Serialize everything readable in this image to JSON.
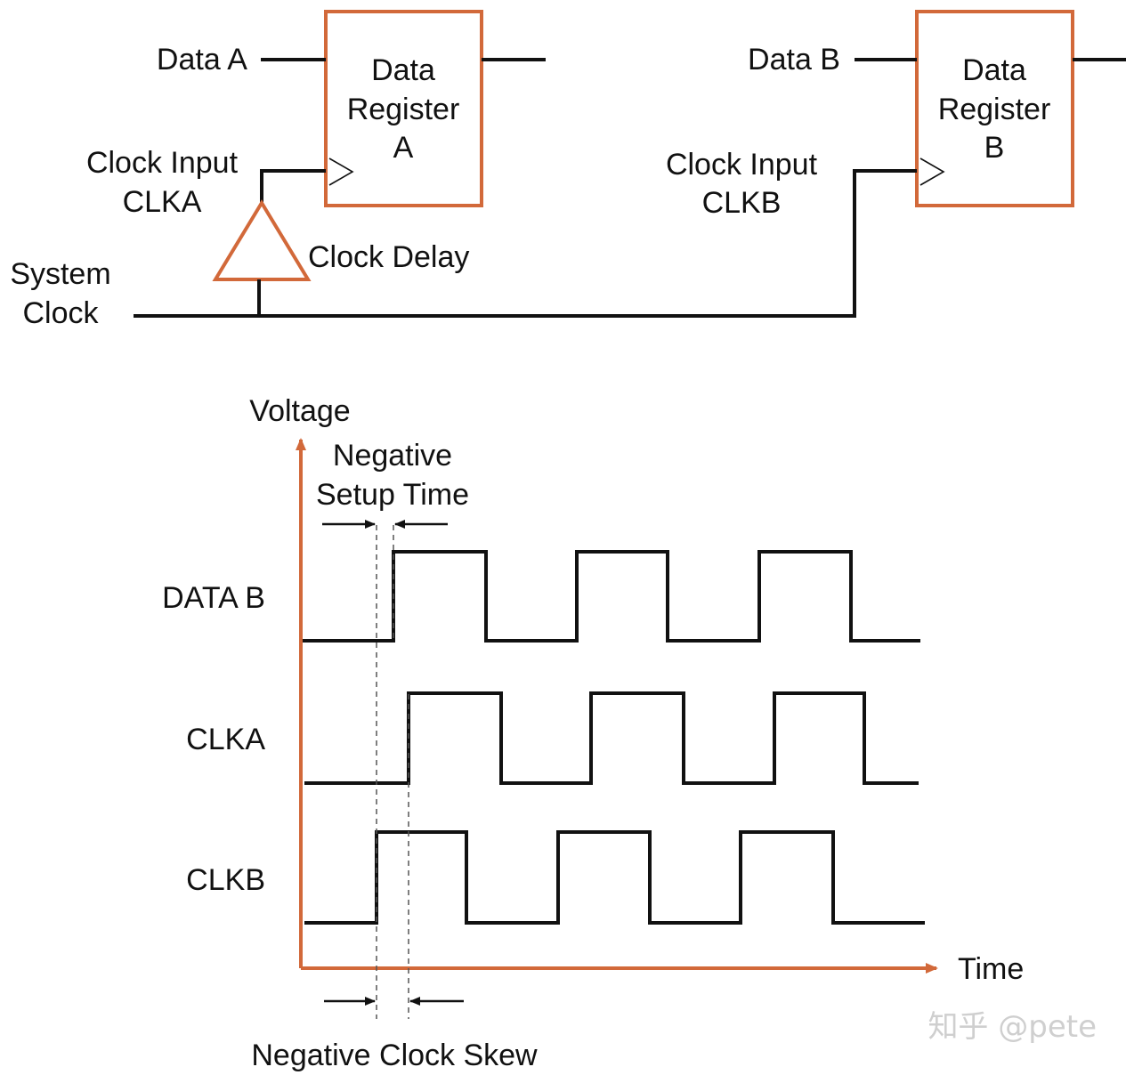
{
  "colors": {
    "wire": "#111111",
    "accent": "#d2693a",
    "watermark": "#cfcfcf"
  },
  "circuit": {
    "register_a": {
      "lines": [
        "Data",
        "Register",
        "A"
      ]
    },
    "register_b": {
      "lines": [
        "Data",
        "Register",
        "B"
      ]
    },
    "data_a_label": "Data A",
    "data_b_label": "Data B",
    "clock_input_a": {
      "lines": [
        "Clock Input",
        "CLKA"
      ]
    },
    "clock_input_b": {
      "lines": [
        "Clock Input",
        "CLKB"
      ]
    },
    "clock_delay_label": "Clock Delay",
    "system_clock": {
      "lines": [
        "System",
        "Clock"
      ]
    }
  },
  "timing": {
    "y_axis_label": "Voltage",
    "x_axis_label": "Time",
    "setup_label": {
      "lines": [
        "Negative",
        "Setup Time"
      ]
    },
    "skew_label": "Negative Clock Skew",
    "signals": [
      {
        "name": "DATA B",
        "rising_edges": [
          1,
          3,
          5
        ],
        "falling_edges": [
          2,
          4,
          6
        ]
      },
      {
        "name": "CLKA",
        "rising_edges": [
          1,
          3,
          5
        ],
        "falling_edges": [
          2,
          4,
          6
        ]
      },
      {
        "name": "CLKB",
        "rising_edges": [
          1,
          3,
          5
        ],
        "falling_edges": [
          2,
          4,
          6
        ]
      }
    ]
  },
  "watermark": "知乎 @pete"
}
